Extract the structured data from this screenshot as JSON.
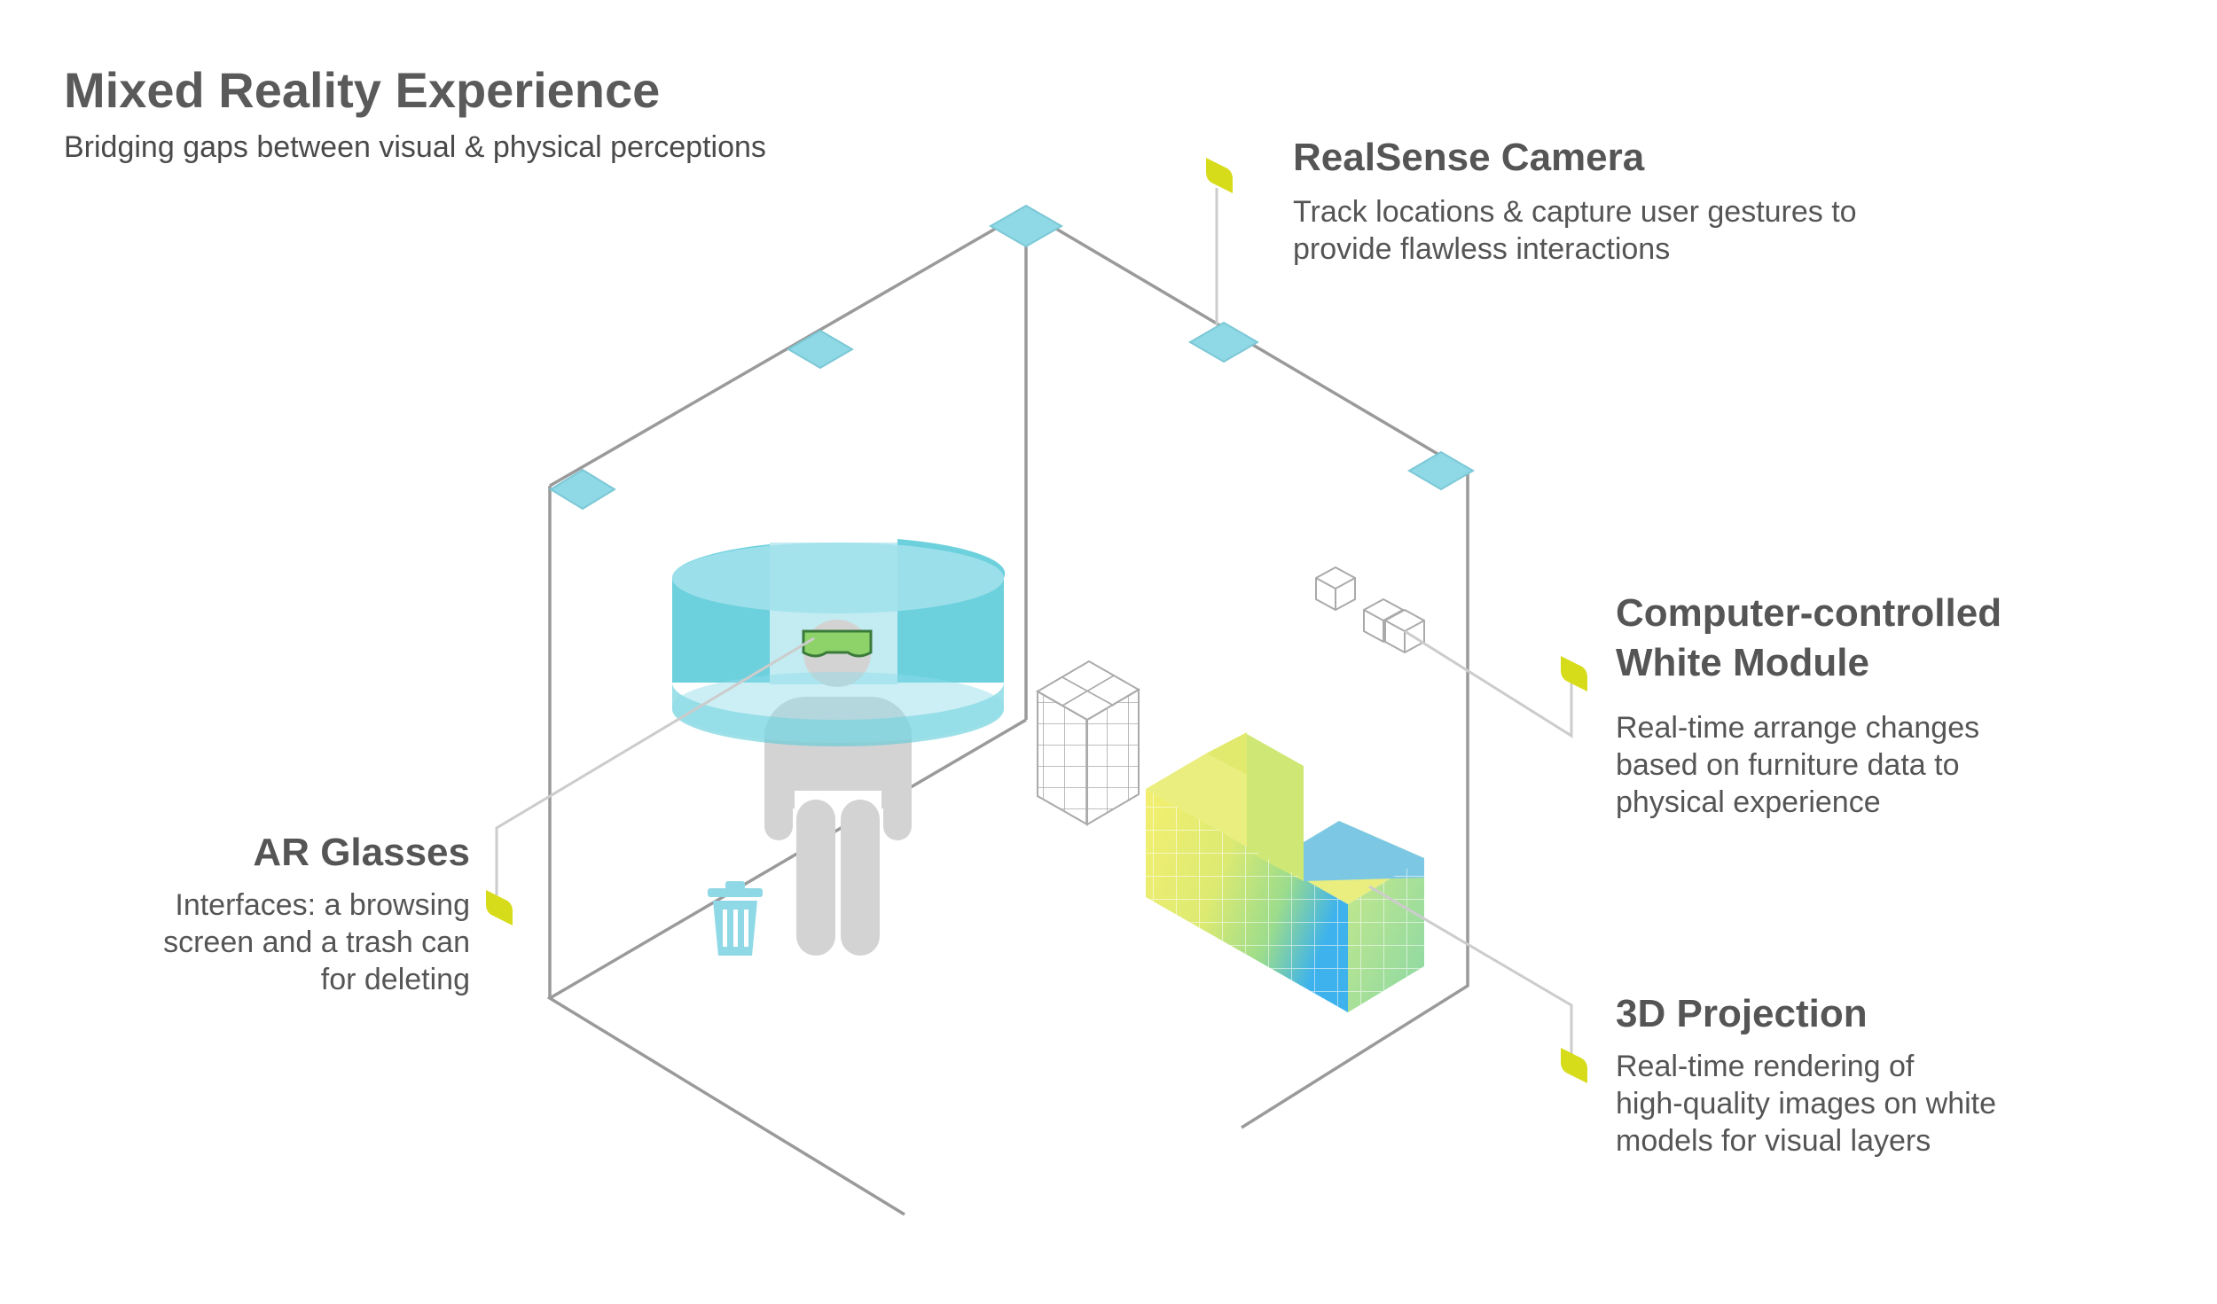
{
  "header": {
    "title": "Mixed Reality Experience",
    "subtitle": "Bridging gaps between visual & physical perceptions"
  },
  "callouts": {
    "camera": {
      "title": "RealSense Camera",
      "desc_line1": "Track locations & capture user gestures to",
      "desc_line2": "provide flawless interactions"
    },
    "module": {
      "title_line1": "Computer-controlled",
      "title_line2": "White Module",
      "desc_line1": "Real-time arrange changes",
      "desc_line2": "based on furniture data to",
      "desc_line3": "physical experience"
    },
    "glasses": {
      "title": "AR Glasses",
      "desc_line1": "Interfaces: a browsing",
      "desc_line2": "screen and a trash can",
      "desc_line3": "for deleting"
    },
    "projection": {
      "title": "3D Projection",
      "desc_line1": "Real-time rendering of",
      "desc_line2": "high-quality images on white",
      "desc_line3": "models for visual layers"
    }
  },
  "colors": {
    "marker": "#d7dc1a",
    "camera_cyan": "#8fd8e6",
    "screen_cyan": "#5ccbd9",
    "figure_gray": "#d3d3d3",
    "room_line": "#9a9a9a",
    "glasses_green": "#8ed36a",
    "sofa_gradient": [
      "#f0ee6a",
      "#a6dc8a",
      "#48b4e8"
    ]
  }
}
